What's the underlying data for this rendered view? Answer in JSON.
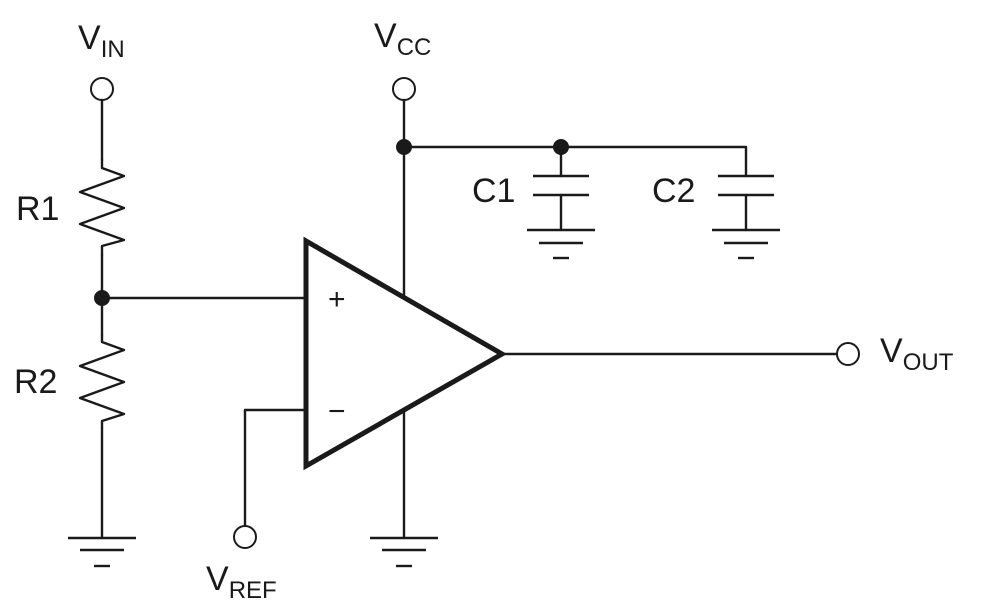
{
  "terminals": {
    "vin": {
      "main": "V",
      "sub": "IN"
    },
    "vcc": {
      "main": "V",
      "sub": "CC"
    },
    "vout": {
      "main": "V",
      "sub": "OUT"
    },
    "vref": {
      "main": "V",
      "sub": "REF"
    }
  },
  "components": {
    "r1": "R1",
    "r2": "R2",
    "c1": "C1",
    "c2": "C2"
  },
  "opamp": {
    "plus": "+",
    "minus": "−"
  },
  "icons": {
    "ground": "ground-icon",
    "resistor": "resistor-icon",
    "capacitor": "capacitor-icon",
    "opamp": "opamp-icon",
    "terminal": "terminal-icon",
    "junction": "junction-icon"
  }
}
